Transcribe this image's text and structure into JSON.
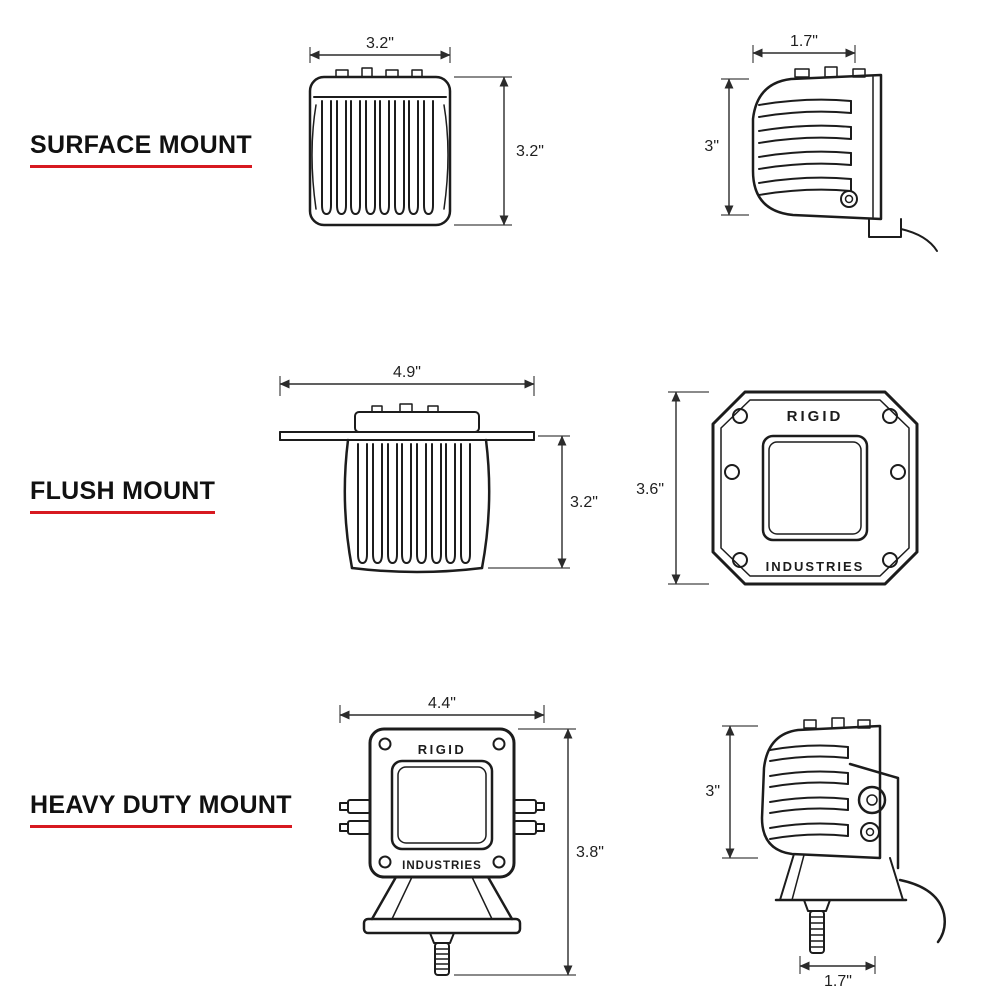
{
  "colors": {
    "accent_red": "#d71920",
    "line_color": "#1c1c1c"
  },
  "rows": [
    {
      "label": "SURFACE MOUNT",
      "views": [
        {
          "name": "front-finned",
          "width_dim": "3.2\"",
          "height_dim": "3.2\""
        },
        {
          "name": "side-profile",
          "width_dim": "1.7\"",
          "height_dim": "3\""
        }
      ]
    },
    {
      "label": "FLUSH MOUNT",
      "views": [
        {
          "name": "side-finned-with-flange",
          "width_dim": "4.9\"",
          "height_dim": "3.2\""
        },
        {
          "name": "front-panel",
          "height_dim": "3.6\"",
          "brand_top": "RIGID",
          "brand_bottom": "INDUSTRIES"
        }
      ]
    },
    {
      "label": "HEAVY DUTY MOUNT",
      "views": [
        {
          "name": "front-with-bracket",
          "width_dim": "4.4\"",
          "height_dim": "3.8\"",
          "brand_top": "RIGID",
          "brand_bottom": "INDUSTRIES"
        },
        {
          "name": "side-with-bracket",
          "height_dim": "3\"",
          "width_dim": "1.7\""
        }
      ]
    }
  ]
}
